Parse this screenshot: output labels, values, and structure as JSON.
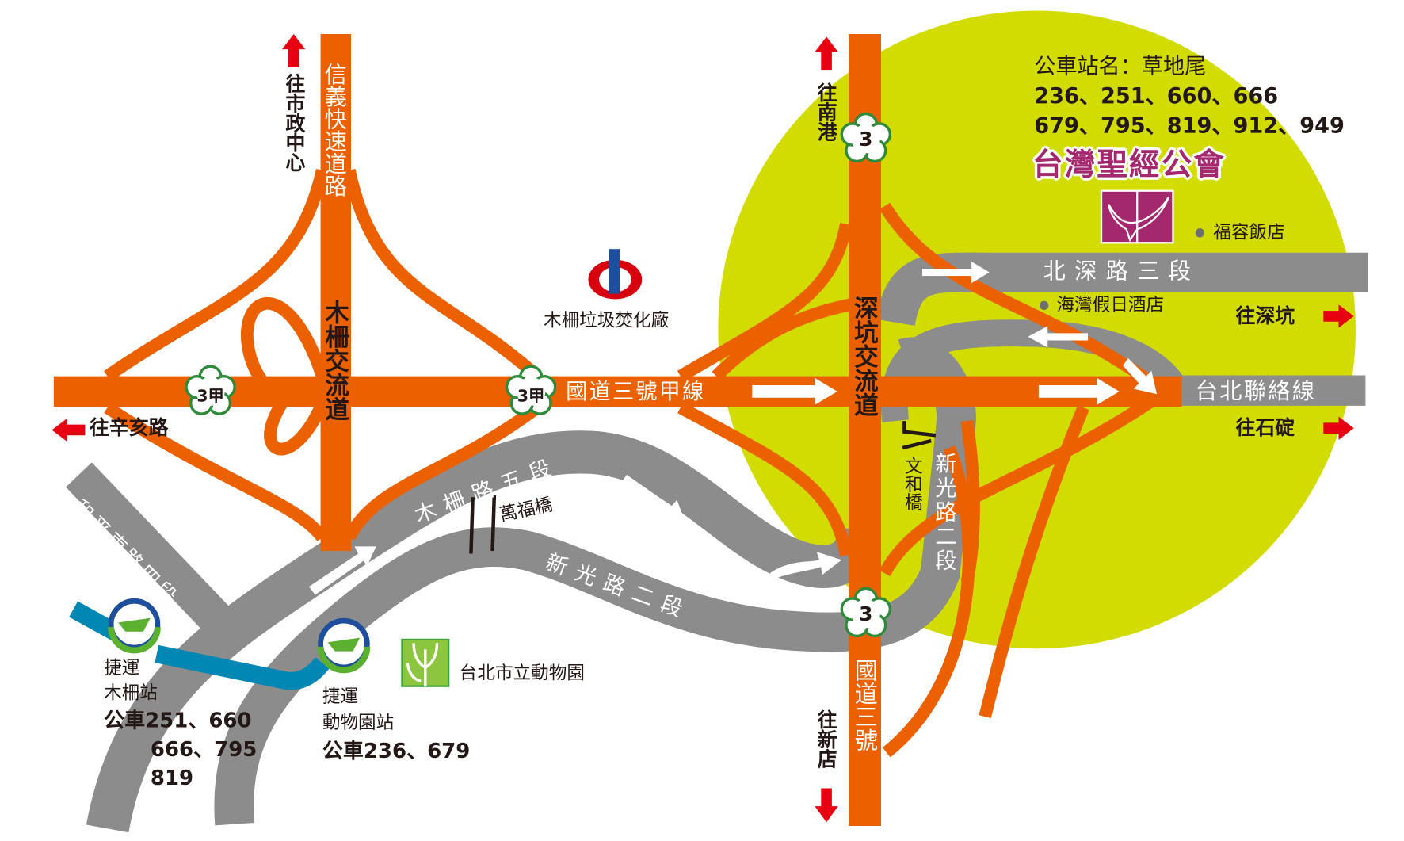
{
  "colors": {
    "highway": "#eb6100",
    "local_road": "#8c8c8c",
    "area": "#d3dc00",
    "mrt": "#0087b4",
    "arrow": "#e60012",
    "brand": "#a3286e",
    "shield_outline": "#2e8b3a"
  },
  "directions": {
    "to_city_hall": "往市政中心",
    "to_xinhai_rd": "往辛亥路",
    "to_nangang": "往南港",
    "to_xindian": "往新店",
    "to_shenkeng": "往深坑",
    "to_shiding": "往石碇"
  },
  "roads": {
    "xinyi_expressway": "信義快速道路",
    "muzha_interchange": "木柵交流道",
    "freeway_3a": "國道三號甲線",
    "shield_3a": "3甲",
    "shield_3": "3",
    "shenkeng_interchange": "深坑交流道",
    "freeway_3": "國道三號",
    "heping_e_rd_sec4": "和平東路四段",
    "muzha_rd_sec5": "木柵路五段",
    "wanfu_bridge": "萬福橋",
    "xinguang_rd_sec2": "新光路二段",
    "wenhe_bridge": "文和橋",
    "beishen_rd_sec3": "北深路三段",
    "taipei_link": "台北聯絡線"
  },
  "landmarks": {
    "incinerator": "木柵垃圾焚化廠",
    "zoo": "台北市立動物園",
    "fullon_hotel": "福容飯店",
    "holiday_inn": "海灣假日酒店"
  },
  "stations": {
    "muzha": {
      "line1": "捷運",
      "line2": "木柵站",
      "bus1": "公車251、660",
      "bus2": "666、795",
      "bus3": "819"
    },
    "zoo": {
      "line1": "捷運",
      "line2": "動物園站",
      "bus1": "公車236、679"
    }
  },
  "bus_info": {
    "stop_name": "公車站名：草地尾",
    "routes_line1": "236、251、660、666",
    "routes_line2": "679、795、819、912、949"
  },
  "organization": {
    "name": "台灣聖經公會"
  }
}
